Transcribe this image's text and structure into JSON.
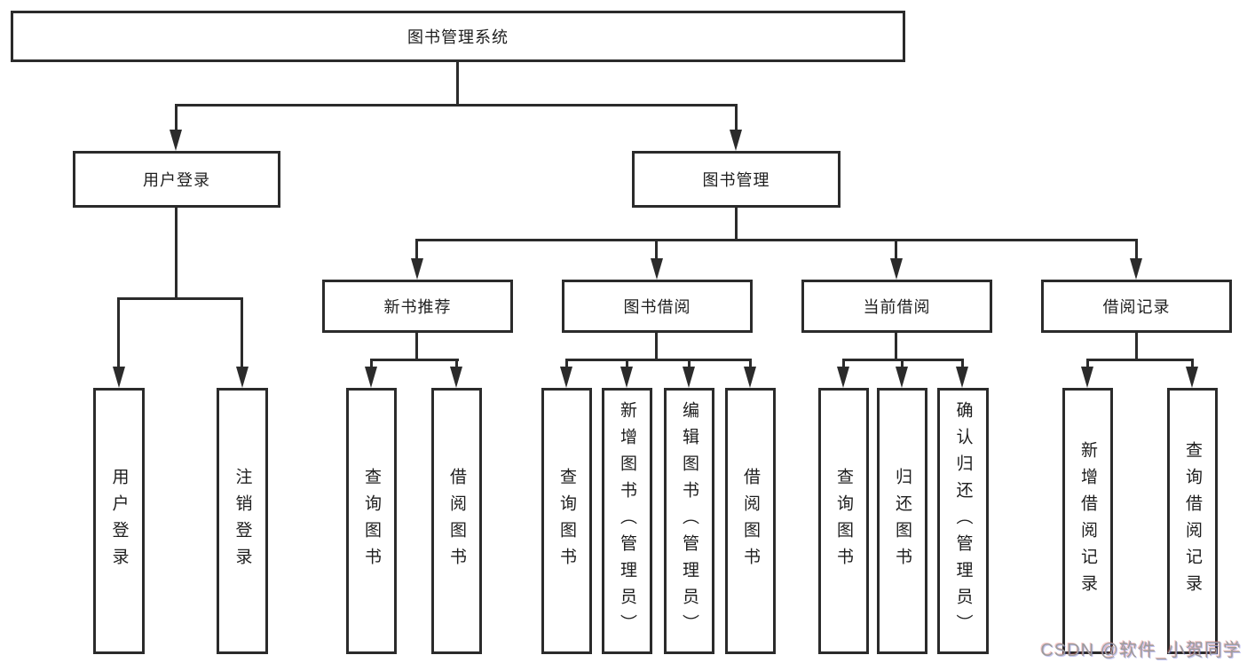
{
  "diagram": {
    "root": {
      "label": "图书管理系统"
    },
    "level2": [
      {
        "label": "用户登录"
      },
      {
        "label": "图书管理"
      }
    ],
    "level3": [
      {
        "label": "新书推荐"
      },
      {
        "label": "图书借阅"
      },
      {
        "label": "当前借阅"
      },
      {
        "label": "借阅记录"
      }
    ],
    "leaves": [
      {
        "parent": "用户登录",
        "label": "用户登录"
      },
      {
        "parent": "用户登录",
        "label": "注销登录"
      },
      {
        "parent": "新书推荐",
        "label": "查询图书"
      },
      {
        "parent": "新书推荐",
        "label": "借阅图书"
      },
      {
        "parent": "图书借阅",
        "label": "查询图书"
      },
      {
        "parent": "图书借阅",
        "label": "新增图书（管理员）"
      },
      {
        "parent": "图书借阅",
        "label": "编辑图书（管理员）"
      },
      {
        "parent": "图书借阅",
        "label": "借阅图书"
      },
      {
        "parent": "当前借阅",
        "label": "查询图书"
      },
      {
        "parent": "当前借阅",
        "label": "归还图书"
      },
      {
        "parent": "当前借阅",
        "label": "确认归还（管理员）"
      },
      {
        "parent": "借阅记录",
        "label": "新增借阅记录"
      },
      {
        "parent": "借阅记录",
        "label": "查询借阅记录"
      }
    ],
    "watermark": "CSDN @软件_小贺同学",
    "colors": {
      "line": "#2b2b2b",
      "box_bg": "#ffffff",
      "text": "#1e1e1e",
      "watermark": "#9c9c9c"
    }
  }
}
